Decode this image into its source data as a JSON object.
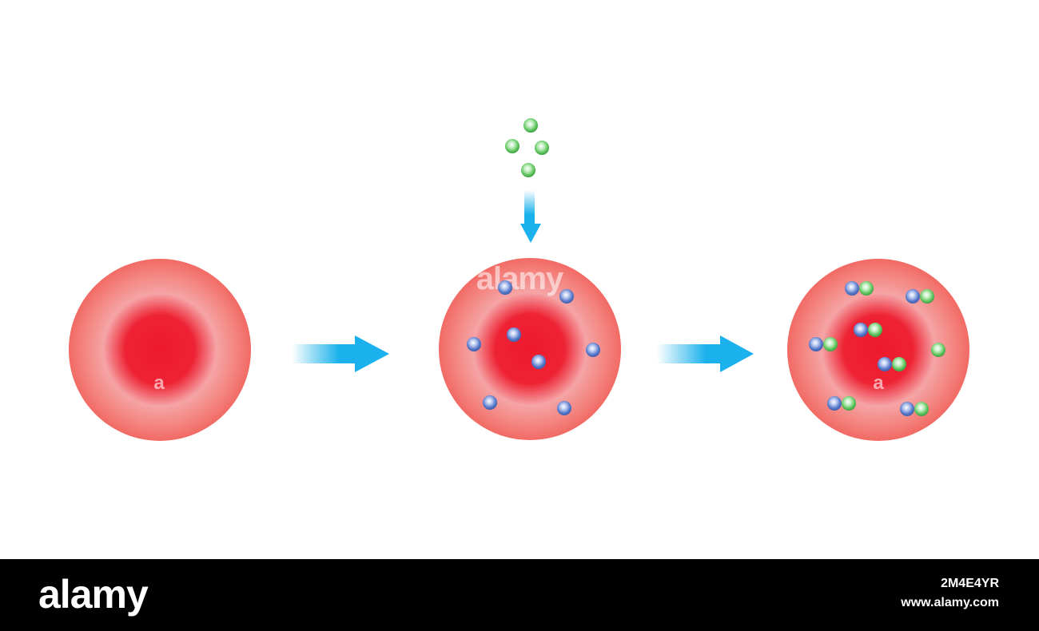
{
  "watermark": {
    "logo": "alamy",
    "small_mark": "a",
    "image_id": "2M4E4YR",
    "site": "www.alamy.com"
  },
  "colors": {
    "cell_center": "#ee1c2e",
    "cell_mid": "#f4a3a3",
    "cell_edge": "#f36f6a",
    "arrow": "#1ab1ec",
    "blue_particle": "#4e74c4",
    "green_particle": "#5dc55d",
    "footer_bg": "#000000"
  },
  "icons": [
    "red-blood-cell",
    "arrow-right",
    "arrow-down",
    "blue-particle",
    "green-particle"
  ]
}
